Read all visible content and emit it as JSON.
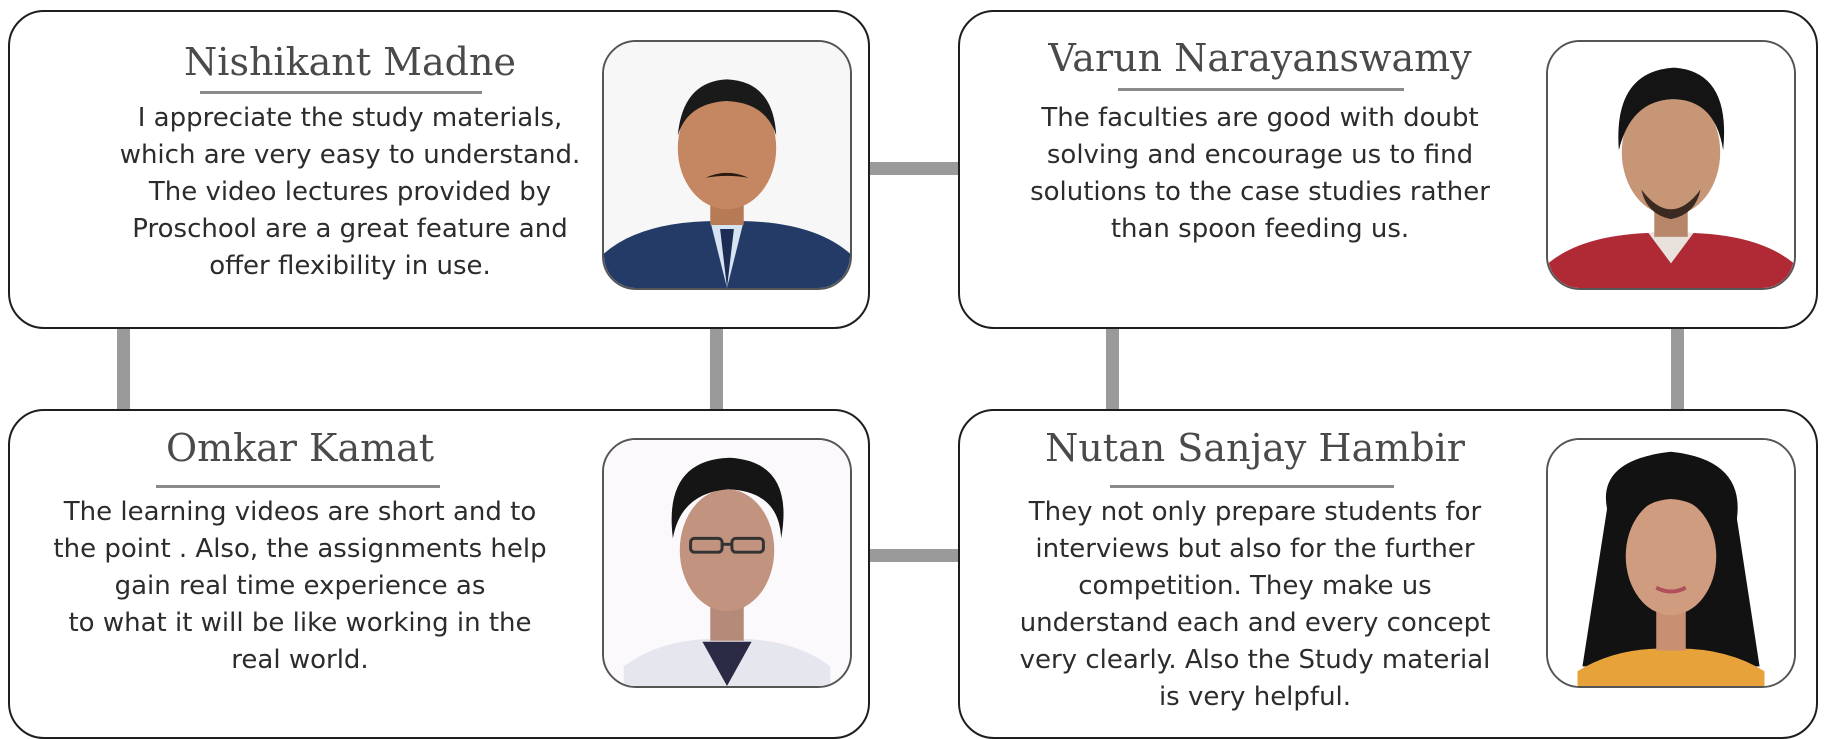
{
  "testimonials": [
    {
      "name": "Nishikant Madne",
      "quote": "I appreciate the study materials,\nwhich are very easy to understand.\nThe video lectures provided by\nProschool are a great feature and\noffer flexibility in use.",
      "photo_icon": "person-portrait"
    },
    {
      "name": "Varun Narayanswamy",
      "quote": "The faculties are good with doubt\nsolving and encourage us to find\nsolutions to the case studies rather\nthan spoon feeding us.",
      "photo_icon": "person-portrait"
    },
    {
      "name": "Omkar Kamat",
      "quote": "The learning videos are short and to\nthe point . Also, the assignments help\ngain real time experience as\nto what it will be like working in the\nreal world.",
      "photo_icon": "person-portrait"
    },
    {
      "name": "Nutan Sanjay Hambir",
      "quote": "They not only prepare students for\ninterviews but also for the further\ncompetition. They make us\nunderstand each and every concept\nvery clearly. Also the Study material\nis very helpful.",
      "photo_icon": "person-portrait"
    }
  ],
  "colors": {
    "card_border": "#1e1e1e",
    "connector": "#9a9a9a",
    "name_text": "#4a4a4a",
    "quote_text": "#2c2c2c"
  }
}
